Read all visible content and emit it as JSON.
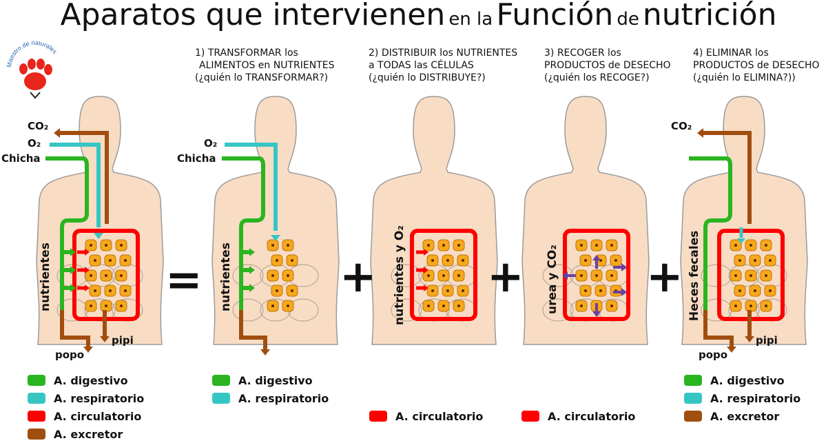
{
  "title": {
    "part1": "Aparatos que intervienen",
    "part2": "en la",
    "part3": "Función",
    "part4": "de",
    "part5": "nutrición"
  },
  "logo": {
    "text_top": "Maestro de",
    "text_bottom": "naturales"
  },
  "steps": [
    {
      "line1": "1) TRANSFORMAR los",
      "line2": "ALIMENTOS en NUTRIENTES",
      "line3": "(¿quién lo TRANSFORMAR?)"
    },
    {
      "line1": "2) DISTRIBUIR los NUTRIENTES",
      "line2": "a TODAS las CÉLULAS",
      "line3": "(¿quién lo DISTRIBUYE?)"
    },
    {
      "line1": "3) RECOGER los",
      "line2": "PRODUCTOS de DESECHO",
      "line3": "(¿quién los RECOGE?)"
    },
    {
      "line1": "4) ELIMINAR los",
      "line2": "PRODUCTOS de DESECHO",
      "line3": "(¿quién lo ELIMINA?))"
    }
  ],
  "labels": {
    "co2": "CO₂",
    "o2": "O₂",
    "chicha": "Chicha",
    "nutrientes": "nutrientes",
    "nutrientes_o2": "nutrientes y O₂",
    "urea_co2": "urea y CO₂",
    "heces": "Heces fecales",
    "pipi": "pipi",
    "popo": "popo"
  },
  "operators": {
    "equals": "=",
    "plus": "+"
  },
  "legends": {
    "panel0": [
      {
        "label": "A. digestivo",
        "color": "#2ab520"
      },
      {
        "label": "A. respiratorio",
        "color": "#35c6c4"
      },
      {
        "label": "A. circulatorio",
        "color": "#ff0000"
      },
      {
        "label": "A. excretor",
        "color": "#a04e10"
      }
    ],
    "panel1": [
      {
        "label": "A. digestivo",
        "color": "#2ab520"
      },
      {
        "label": "A. respiratorio",
        "color": "#35c6c4"
      }
    ],
    "panel2": [
      {
        "label": "A. circulatorio",
        "color": "#ff0000"
      }
    ],
    "panel3": [
      {
        "label": "A. circulatorio",
        "color": "#ff0000"
      }
    ],
    "panel4": [
      {
        "label": "A. digestivo",
        "color": "#2ab520"
      },
      {
        "label": "A. respiratorio",
        "color": "#35c6c4"
      },
      {
        "label": "A. excretor",
        "color": "#a04e10"
      }
    ]
  },
  "colors": {
    "skin": "#f9dcc4",
    "outline": "#9a9a9a",
    "digestive": "#2ab520",
    "respiratory": "#35c6c4",
    "circulatory": "#ff0000",
    "excretory": "#a04e10",
    "cell": "#f7a81b",
    "exchange_arrow": "#6b3fa0"
  }
}
